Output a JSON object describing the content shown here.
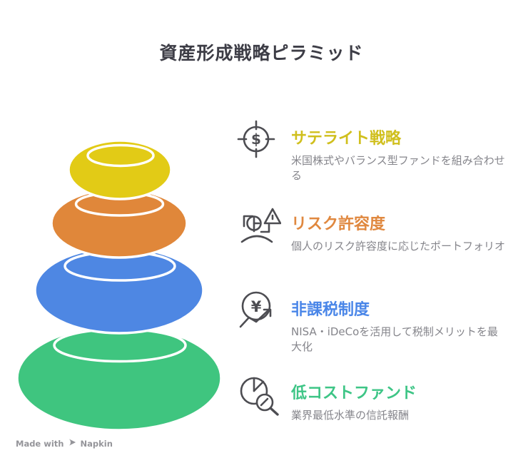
{
  "title": "資産形成戦略ピラミッド",
  "items": [
    {
      "title": "サテライト戦略",
      "description": "米国株式やバランス型ファンドを組み合わせる",
      "color": "#d0bf1d",
      "icon": "target-dollar-icon"
    },
    {
      "title": "リスク許容度",
      "description": "個人のリスク許容度に応じたポートフォリオ",
      "color": "#e0883f",
      "icon": "risk-gauge-icon"
    },
    {
      "title": "非課税制度",
      "description": "NISA・iDeCoを活用して税制メリットを最大化",
      "color": "#4a86e8",
      "icon": "yen-growth-icon"
    },
    {
      "title": "低コストファンド",
      "description": "業界最低水準の信託報酬",
      "color": "#3ec586",
      "icon": "pie-search-icon"
    }
  ],
  "pyramid": {
    "layers": [
      {
        "name": "layer-top-satellite",
        "color": "#e2cb16"
      },
      {
        "name": "layer-second-risk",
        "color": "#e0873a"
      },
      {
        "name": "layer-third-tax-free",
        "color": "#4e87e3"
      },
      {
        "name": "layer-bottom-low-cost",
        "color": "#3fc57f"
      }
    ]
  },
  "icon_glyphs": {
    "dollar": "$",
    "yen": "¥"
  },
  "footer": {
    "made_with": "Made with",
    "brand": "Napkin"
  },
  "colors": {
    "background": "#ffffff",
    "heading": "#3d3d46",
    "description": "#85858b",
    "icon_stroke": "#4d4d52",
    "outline": "#ffffff",
    "footer": "#95959a"
  }
}
